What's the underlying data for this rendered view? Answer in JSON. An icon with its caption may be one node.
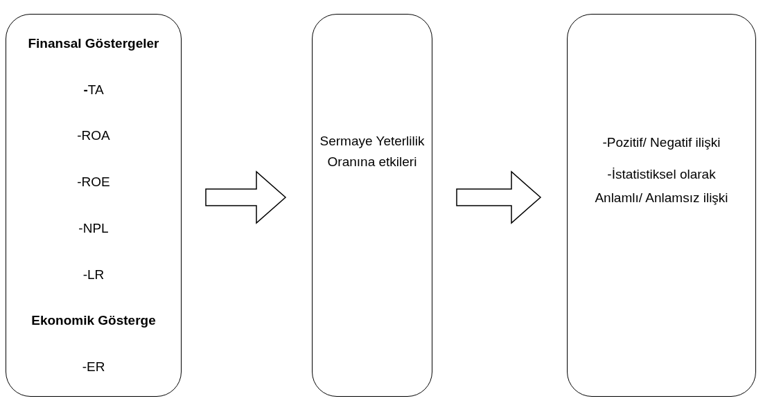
{
  "diagram": {
    "nodes": [
      {
        "text": [
          "Finansal Göstergeler",
          "**-**TA",
          "-ROA",
          "-ROE",
          "-NPL",
          "-LR",
          "Ekonomik Gösterge",
          "-ER"
        ]
      },
      {
        "text": [
          "Sermaye Yeterlilik Oranına etkileri"
        ]
      },
      {
        "text": [
          "-Pozitif/ Negatif ilişki",
          "-İstatistiksel olarak Anlamlı/ Anlamsız ilişki"
        ]
      }
    ],
    "edges": [
      {
        "from": 0,
        "to": 1,
        "arrow": "to"
      },
      {
        "from": 1,
        "to": 2,
        "arrow": "to"
      }
    ]
  }
}
